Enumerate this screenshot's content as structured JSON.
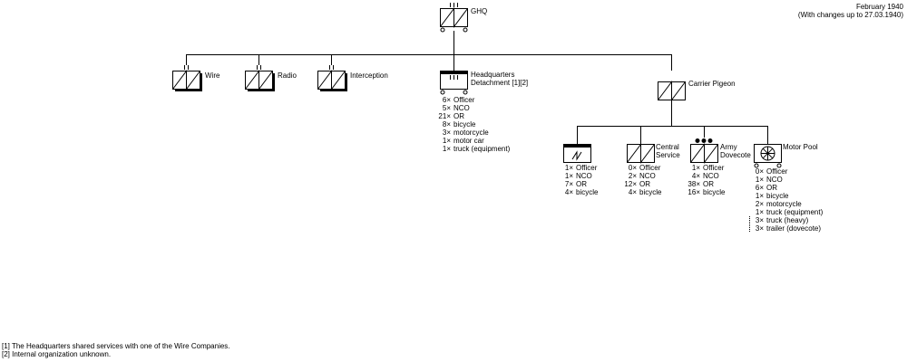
{
  "header": {
    "date": "February 1940",
    "changes": "(With changes up to 27.03.1940)"
  },
  "units": {
    "ghq": {
      "label": "GHQ"
    },
    "wire": {
      "label": "Wire"
    },
    "radio": {
      "label": "Radio"
    },
    "interception": {
      "label": "Interception"
    },
    "hq_detachment": {
      "label_line1": "Headquarters",
      "label_line2": "Detachment [1][2]",
      "personnel": [
        {
          "count": "6",
          "item": "Officer"
        },
        {
          "count": "5",
          "item": "NCO"
        },
        {
          "count": "21",
          "item": "OR"
        },
        {
          "count": "8",
          "item": "bicycle"
        },
        {
          "count": "3",
          "item": "motorcycle"
        },
        {
          "count": "1",
          "item": "motor car"
        },
        {
          "count": "1",
          "item": "truck (equipment)"
        }
      ]
    },
    "carrier_pigeon": {
      "label": "Carrier Pigeon"
    },
    "pigeon_hq": {
      "personnel": [
        {
          "count": "1",
          "item": "Officer"
        },
        {
          "count": "1",
          "item": "NCO"
        },
        {
          "count": "7",
          "item": "OR"
        },
        {
          "count": "4",
          "item": "bicycle"
        }
      ]
    },
    "central_service": {
      "label_line1": "Central",
      "label_line2": "Service",
      "personnel": [
        {
          "count": "0",
          "item": "Officer"
        },
        {
          "count": "2",
          "item": "NCO"
        },
        {
          "count": "12",
          "item": "OR"
        },
        {
          "count": "4",
          "item": "bicycle"
        }
      ]
    },
    "army_dovecote": {
      "label_line1": "Army",
      "label_line2": "Dovecote",
      "personnel": [
        {
          "count": "1",
          "item": "Officer"
        },
        {
          "count": "4",
          "item": "NCO"
        },
        {
          "count": "38",
          "item": "OR"
        },
        {
          "count": "16",
          "item": "bicycle"
        }
      ]
    },
    "motor_pool": {
      "label": "Motor Pool",
      "personnel": [
        {
          "count": "0",
          "item": "Officer"
        },
        {
          "count": "1",
          "item": "NCO"
        },
        {
          "count": "6",
          "item": "OR"
        },
        {
          "count": "1",
          "item": "bicycle"
        },
        {
          "count": "2",
          "item": "motorcycle"
        },
        {
          "count": "1",
          "item": "truck (equipment)"
        },
        {
          "count": "3",
          "item": "truck (heavy)"
        },
        {
          "count": "3",
          "item": "trailer (dovecote)"
        }
      ]
    }
  },
  "footnotes": {
    "note1": "[1] The Headquarters shared services with one of the Wire Companies.",
    "note2": "[2] Internal organization unknown."
  }
}
